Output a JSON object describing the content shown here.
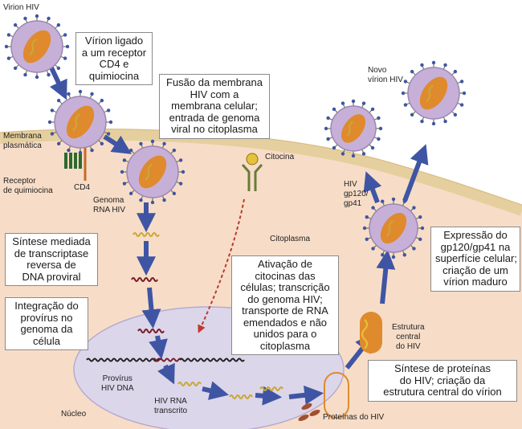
{
  "colors": {
    "background": "#ffffff",
    "cell": "#f7ddc8",
    "membrane": "#e9d3a6",
    "nucleus": "#dcd6ea",
    "arrow": "#3f55a4",
    "virion_envelope": "#c7b0d8",
    "virion_capsid": "#e08a2e",
    "rna_strand": "#c9a83a",
    "dna_strand": "#7a1f2a",
    "receptor_green": "#2e6a2e",
    "dashed_arrow": "#c0392b"
  },
  "labels": {
    "virion_hiv": "Virion HIV",
    "membrana_plasmatica": [
      "Membrana",
      "plasmática"
    ],
    "receptor_quimiocina": [
      "Receptor",
      "de quimiocina"
    ],
    "cd4": "CD4",
    "genoma_rna": [
      "Genoma",
      "RNA HIV"
    ],
    "citocina": "Citocina",
    "citoplasma": "Citoplasma",
    "novo_virion": [
      "Novo",
      "vírion HIV"
    ],
    "hiv_gp": [
      "HIV",
      "gp120/",
      "gp41"
    ],
    "estrutura_central": [
      "Estrutura",
      "central",
      "do HIV"
    ],
    "provirus": [
      "Provírus",
      "HIV DNA"
    ],
    "hiv_rna_transcrito": [
      "HIV RNA",
      "transcrito"
    ],
    "nucleo": "Núcleo",
    "proteinas_hiv": "Proteínas do HIV"
  },
  "boxes": {
    "virion_ligado": [
      "Vírion ligado",
      "a um receptor",
      "CD4 e",
      "quimiocina"
    ],
    "fusao": [
      "Fusão da membrana",
      "HIV com a",
      "membrana celular;",
      "entrada de genoma",
      "viral no citoplasma"
    ],
    "sintese_mediada": [
      "Síntese mediada",
      "de transcriptase",
      "reversa de",
      "DNA proviral"
    ],
    "integracao": [
      "Integração do",
      "provírus no",
      "genoma da",
      "célula"
    ],
    "ativacao": [
      "Ativação de",
      "citocinas das",
      "células; transcrição",
      "do genoma HIV;",
      "transporte de RNA",
      "emendados e não",
      "unidos para o",
      "citoplasma"
    ],
    "expressao": [
      "Expressão do",
      "gp120/gp41 na",
      "superfície celular;",
      "criação de um",
      "vírion maduro"
    ],
    "sintese_proteinas": [
      "Síntese de proteínas",
      "do HIV; criação da",
      "estrutura central do vírion"
    ]
  }
}
